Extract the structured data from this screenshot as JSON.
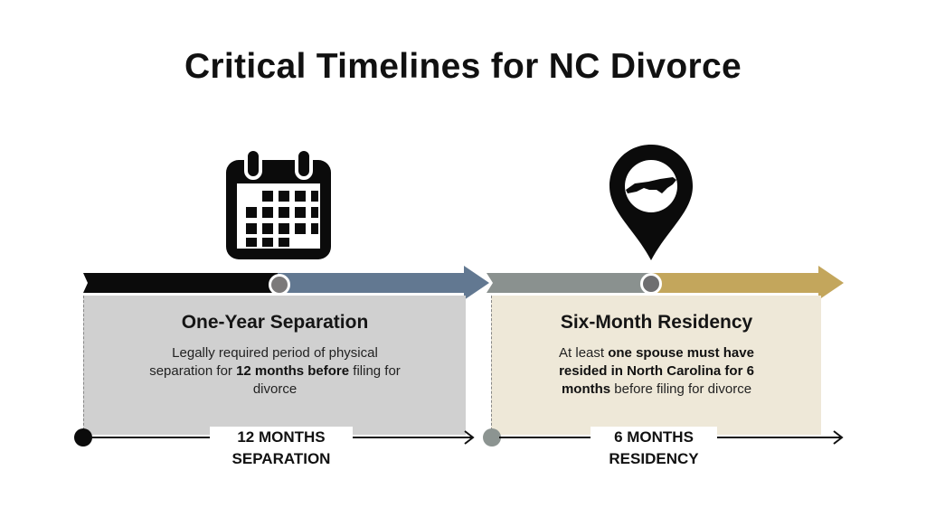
{
  "title": "Critical Timelines for NC Divorce",
  "colors": {
    "black_bar": "#0b0b0b",
    "blue_bar": "#627891",
    "gray_bar": "#8a918f",
    "gold_bar": "#c3a65c",
    "left_panel": "#d0d0d0",
    "right_panel": "#eee8d8",
    "milestone_dot": "#7c7a7a"
  },
  "sections": [
    {
      "icon": "calendar-icon",
      "heading": "One-Year Separation",
      "desc_part1": "Legally required period of physical separation for ",
      "desc_bold": "12 months before",
      "desc_part2": " filing for divorce",
      "bottom_line1": "12 MONTHS",
      "bottom_line2": "SEPARATION"
    },
    {
      "icon": "map-pin-north-carolina-icon",
      "heading": "Six-Month Residency",
      "desc_part1": "At least ",
      "desc_bold": "one spouse must have resided in North Carolina for 6 months",
      "desc_part2": " before filing for divorce",
      "bottom_line1": "6 MONTHS",
      "bottom_line2": "RESIDENCY"
    }
  ]
}
